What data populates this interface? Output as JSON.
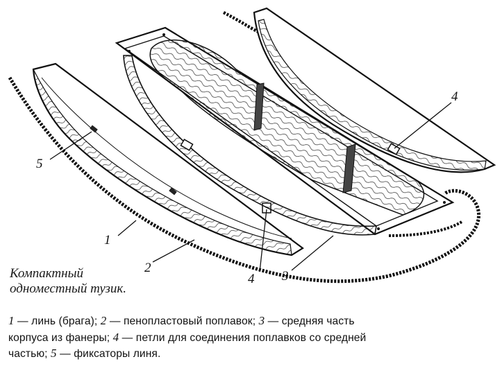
{
  "labels": {
    "l1": "1",
    "l2": "2",
    "l3": "3",
    "l4a": "4",
    "l4b": "4",
    "l5": "5"
  },
  "caption": {
    "line1": "Компактный",
    "line2": "одноместный тузик."
  },
  "legend": {
    "n1": "1",
    "t1": " — линь (брага); ",
    "n2": "2",
    "t2": " — пенопластовый поплавок; ",
    "n3": "3",
    "t3": " — средняя часть",
    "line2": "корпуса из фанеры; ",
    "n4": "4",
    "t4": " — петли для соединения поплавков со средней",
    "line3": "частью; ",
    "n5": "5",
    "t5": " — фиксаторы линя."
  }
}
